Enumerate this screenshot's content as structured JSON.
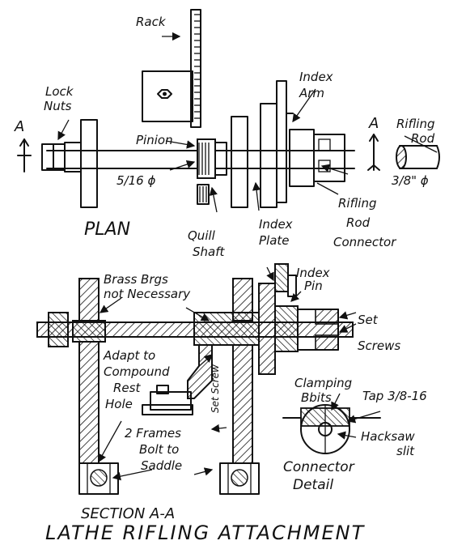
{
  "title_line1": "SECTION A-A",
  "title_line2": "LATHE RIFLING ATTACHMENT",
  "plan_label": "PLAN",
  "labels": {
    "rack": "Rack",
    "lock_nuts_1": "Lock",
    "lock_nuts_2": "Nuts",
    "section_mark_left": "A",
    "section_mark_right": "A",
    "index_arm_1": "Index",
    "index_arm_2": "Arm",
    "rifling_rod_1": "Rifling",
    "rifling_rod_2": "Rod",
    "pinion": "Pinion",
    "shaft_dia": "5/16 ϕ",
    "rod_dia": "3/8\" ϕ",
    "rifling_rod_connector_1": "Rifling",
    "rifling_rod_connector_2": "Rod",
    "rifling_rod_connector_3": "Connector",
    "quill_1": "Quill",
    "quill_2": "Shaft",
    "index_plate_1": "Index",
    "index_plate_2": "Plate",
    "brass_brgs_1": "Brass Brgs",
    "brass_brgs_2": "not Necessary",
    "index_pin_1": "Index",
    "index_pin_2": "Pin",
    "set_screws_1": "Set",
    "set_screws_2": "Screws",
    "adapt_1": "Adapt to",
    "adapt_2": "Compound",
    "adapt_3": "Rest",
    "adapt_4": "Hole",
    "set_screw_vertical": "Set Screw",
    "clamping_1": "Clamping",
    "clamping_2": "Bbits",
    "tap": "Tap 3/8-16",
    "frames_1": "2 Frames",
    "frames_2": "Bolt to",
    "frames_3": "Saddle",
    "hacksaw_1": "Hacksaw",
    "hacksaw_2": "slit",
    "connector_detail_1": "Connector",
    "connector_detail_2": "Detail"
  }
}
